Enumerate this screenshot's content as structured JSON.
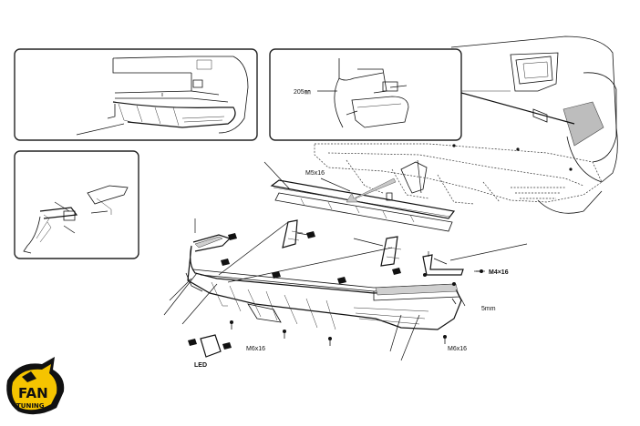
{
  "labels": {
    "detail_205": "205㎜",
    "screw_m5": "M5x16",
    "screw_m4": "M4×16",
    "gap_5mm": "5mm",
    "screw_m6_left": "M6x16",
    "screw_m6_right": "M6x16",
    "led": "LED"
  },
  "logo": {
    "line1": "FAN",
    "line2": "TUNING"
  },
  "colors": {
    "ink": "#111111",
    "logo_yellow": "#f5c400",
    "logo_black": "#111111"
  }
}
